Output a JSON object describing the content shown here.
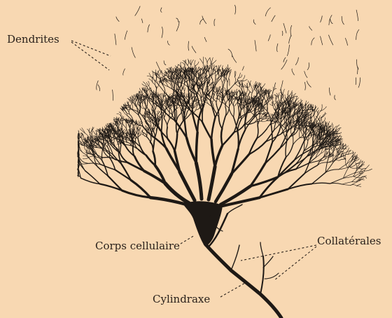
{
  "figure": {
    "labels": {
      "dendrites": "Dendrites",
      "cell_body": "Corps cellulaire",
      "collaterals": "Collatérales",
      "axon": "Cylindraxe"
    }
  },
  "colors": {
    "background": "#f8d8b2",
    "ink": "#1e1915"
  }
}
